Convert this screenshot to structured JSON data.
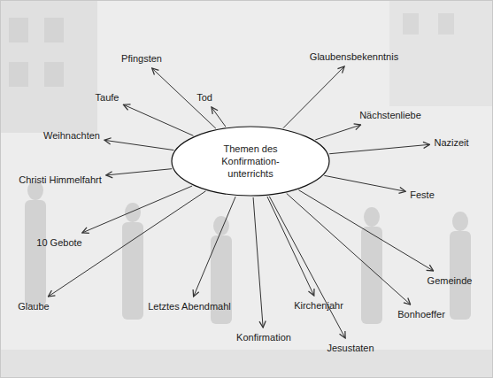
{
  "diagram": {
    "nodes": [
      {
        "text": [
          "Themen des Konfirmation- unterrichts"
        ]
      },
      {
        "text": [
          "Pfingsten"
        ]
      },
      {
        "text": [
          "Glaubensbekenntnis"
        ]
      },
      {
        "text": [
          "Taufe"
        ]
      },
      {
        "text": [
          "Tod"
        ]
      },
      {
        "text": [
          "Nächstenliebe"
        ]
      },
      {
        "text": [
          "Weihnachten"
        ]
      },
      {
        "text": [
          "Nazizeit"
        ]
      },
      {
        "text": [
          "Christi Himmelfahrt"
        ]
      },
      {
        "text": [
          "Feste"
        ]
      },
      {
        "text": [
          "10 Gebote"
        ]
      },
      {
        "text": [
          "Gemeinde"
        ]
      },
      {
        "text": [
          "Kirchenjahr"
        ]
      },
      {
        "text": [
          "Glaube"
        ]
      },
      {
        "text": [
          "Letztes Abendmahl"
        ]
      },
      {
        "text": [
          "Bonhoeffer"
        ]
      },
      {
        "text": [
          "Konfirmation"
        ]
      },
      {
        "text": [
          "Jesustaten"
        ]
      }
    ],
    "edges": [
      {
        "from": 0,
        "to": 1,
        "arrow": "to"
      },
      {
        "from": 0,
        "to": 2,
        "arrow": "to"
      },
      {
        "from": 0,
        "to": 3,
        "arrow": "to"
      },
      {
        "from": 0,
        "to": 4,
        "arrow": "to"
      },
      {
        "from": 0,
        "to": 5,
        "arrow": "to"
      },
      {
        "from": 0,
        "to": 6,
        "arrow": "to"
      },
      {
        "from": 0,
        "to": 7,
        "arrow": "to"
      },
      {
        "from": 0,
        "to": 8,
        "arrow": "to"
      },
      {
        "from": 0,
        "to": 9,
        "arrow": "to"
      },
      {
        "from": 0,
        "to": 10,
        "arrow": "to"
      },
      {
        "from": 0,
        "to": 11,
        "arrow": "to"
      },
      {
        "from": 0,
        "to": 12,
        "arrow": "to"
      },
      {
        "from": 0,
        "to": 13,
        "arrow": "to"
      },
      {
        "from": 0,
        "to": 14,
        "arrow": "to"
      },
      {
        "from": 0,
        "to": 15,
        "arrow": "to"
      },
      {
        "from": 0,
        "to": 16,
        "arrow": "to"
      },
      {
        "from": 0,
        "to": 17,
        "arrow": "to"
      }
    ]
  }
}
